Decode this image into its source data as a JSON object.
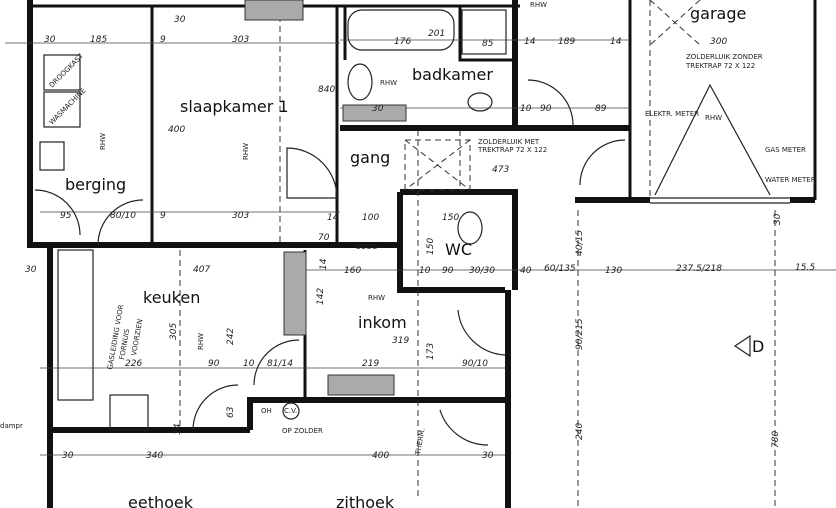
{
  "rooms": {
    "slaapkamer": "slaapkamer 1",
    "badkamer": "badkamer",
    "garage": "garage",
    "gang": "gang",
    "berging": "berging",
    "wc": "WC",
    "keuken": "keuken",
    "inkom": "inkom",
    "eethoek": "eethoek",
    "zithoek": "zithoek",
    "terrace_marker": "D"
  },
  "notes": {
    "rhw": "RHW",
    "zolderluik_garage_1": "ZOLDERLUIK ZONDER",
    "zolderluik_garage_2": "TREKTRAP 72 X 122",
    "zolderluik_gang_1": "ZOLDERLUIK MET",
    "zolderluik_gang_2": "TREKTRAP 72 X 122",
    "elektr_meter": "ELEKTR. METER",
    "gas_meter": "GAS METER",
    "water_meter": "WATER METER",
    "droogkast": "DROOGKAST",
    "wasmachine": "WASMACHINE",
    "gasleiding_1": "GASLEIDING VOOR",
    "gasleiding_2": "FORNUIS",
    "gasleiding_3": "VOORZIEN",
    "oh": "OH",
    "cv": "C.V.",
    "op_zolder": "OP ZOLDER",
    "therm": "THERM.",
    "dampr": "dampr",
    "boog": "BOOG"
  },
  "dims": [
    "30",
    "185",
    "9",
    "303",
    "30",
    "840",
    "400",
    "303",
    "9",
    "95",
    "80/10",
    "14",
    "100",
    "70",
    "176",
    "201",
    "85",
    "14",
    "189",
    "14",
    "300",
    "30",
    "90",
    "89",
    "10",
    "473",
    "150",
    "40/15",
    "150",
    "10",
    "90",
    "30/30",
    "160",
    "9",
    "40",
    "60/135",
    "130",
    "237.5/218",
    "15.5",
    "30",
    "30",
    "407",
    "305",
    "242",
    "90",
    "10",
    "81/14",
    "142",
    "319",
    "219",
    "90/10",
    "173",
    "226",
    "63",
    "340",
    "400",
    "30",
    "30",
    "90/215",
    "240",
    "780",
    "14",
    "14"
  ]
}
